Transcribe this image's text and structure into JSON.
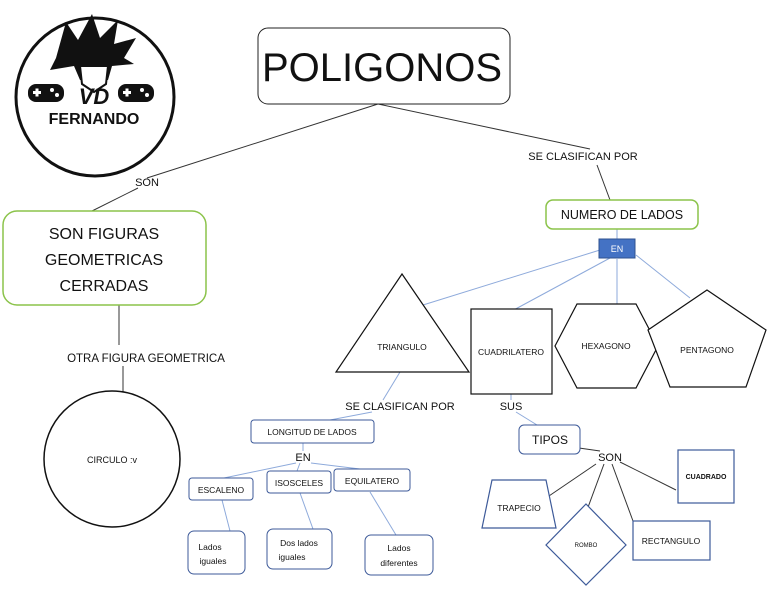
{
  "logo": {
    "initials": "VD",
    "name": "FERNANDO"
  },
  "colors": {
    "green_border": "#8bc34a",
    "blue_border": "#3d5a99",
    "blue_fill": "#4472c4",
    "line": "#333333",
    "blue_line": "#8eaadb"
  },
  "nodes": {
    "title": "POLIGONOS",
    "son_1": "SON",
    "figuras_line1": "SON FIGURAS",
    "figuras_line2": "GEOMETRICAS",
    "figuras_line3": "CERRADAS",
    "otra_figura": "OTRA FIGURA GEOMETRICA",
    "circulo": "CIRCULO :v",
    "se_clasifican_1": "SE CLASIFICAN POR",
    "numero_lados": "NUMERO DE LADOS",
    "en_1": "EN",
    "triangulo": "TRIANGULO",
    "cuadrilatero": "CUADRILATERO",
    "hexagono": "HEXAGONO",
    "pentagono": "PENTAGONO",
    "se_clasifican_2": "SE CLASIFICAN POR",
    "longitud_lados": "LONGITUD DE LADOS",
    "en_2": "EN",
    "escaleno": "ESCALENO",
    "isosceles": "ISOSCELES",
    "equilatero": "EQUILATERO",
    "escaleno_desc_1": "Lados",
    "escaleno_desc_2": "iguales",
    "isosceles_desc_1": "Dos lados",
    "isosceles_desc_2": "iguales",
    "equilatero_desc_1": "Lados",
    "equilatero_desc_2": "diferentes",
    "sus": "SUS",
    "tipos": "TIPOS",
    "son_2": "SON",
    "trapecio": "TRAPECIO",
    "rombo": "ROMBO",
    "rectangulo": "RECTANGULO",
    "cuadrado": "CUADRADO"
  }
}
